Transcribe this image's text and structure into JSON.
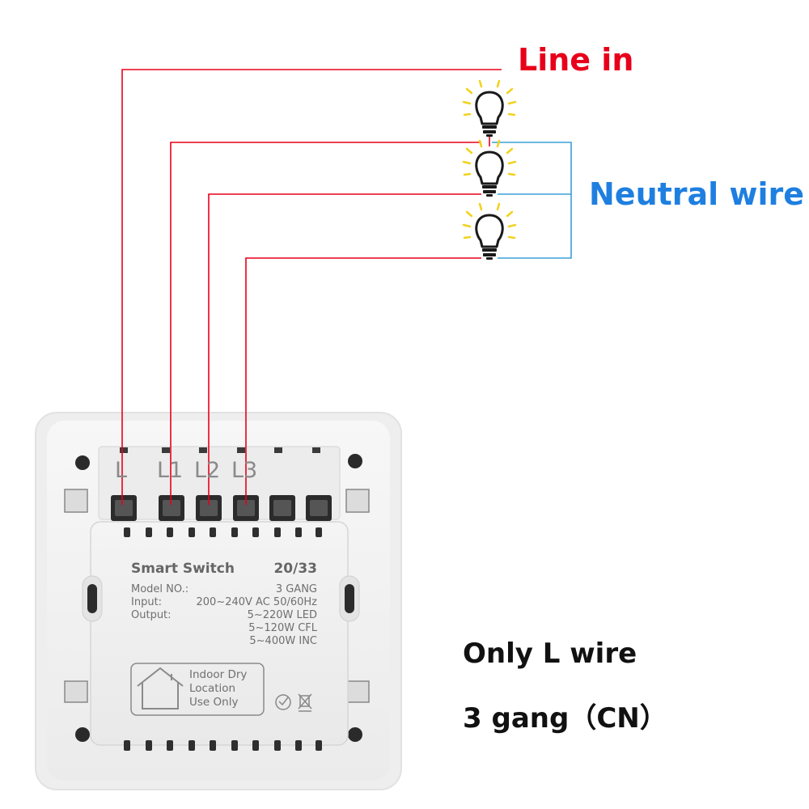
{
  "labels": {
    "line_in": "Line in",
    "neutral_wire": "Neutral wire"
  },
  "captions": {
    "line1": "Only L wire",
    "line2": "3 gang（CN）"
  },
  "terminals": [
    "L",
    "L1",
    "L2",
    "L3"
  ],
  "device_label": {
    "title": "Smart Switch",
    "code": "20/33",
    "rows": [
      {
        "key": "Model NO.:",
        "value": "3 GANG"
      },
      {
        "key": "Input:",
        "value": "200~240V AC 50/60Hz"
      },
      {
        "key": "Output:",
        "value": "5~220W LED"
      },
      {
        "key": "",
        "value": "5~120W CFL"
      },
      {
        "key": "",
        "value": "5~400W INC"
      }
    ],
    "indoor": [
      "Indoor Dry",
      "Location",
      "Use Only"
    ],
    "house_icon": "house-outline-icon",
    "cert_icons": [
      "rohs-check-icon",
      "weee-bin-icon"
    ]
  },
  "colors": {
    "live_wire": "#e8001a",
    "neutral_wire": "#3aa0d8",
    "line_in_text": "#e8001a",
    "neutral_text": "#1e7fe0",
    "bulb_rays": "#f2d21c"
  },
  "icons": {
    "bulb": "light-bulb-icon"
  }
}
